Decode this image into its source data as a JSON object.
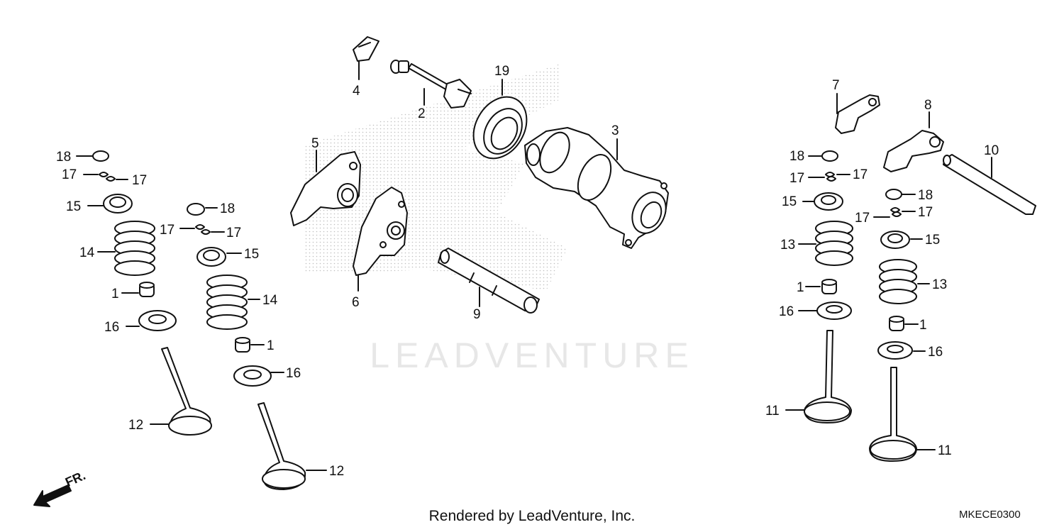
{
  "watermark": "LEADVENTURE",
  "footer": "Rendered by LeadVenture, Inc.",
  "diagram_id": "MKECE0300",
  "direction_label": "FR.",
  "callouts": {
    "c1": "1",
    "c2": "2",
    "c3": "3",
    "c4": "4",
    "c5": "5",
    "c6": "6",
    "c7": "7",
    "c8": "8",
    "c9": "9",
    "c10": "10",
    "c11": "11",
    "c12": "12",
    "c13": "13",
    "c14": "14",
    "c15": "15",
    "c16": "16",
    "c17": "17",
    "c18": "18",
    "c19": "19"
  }
}
